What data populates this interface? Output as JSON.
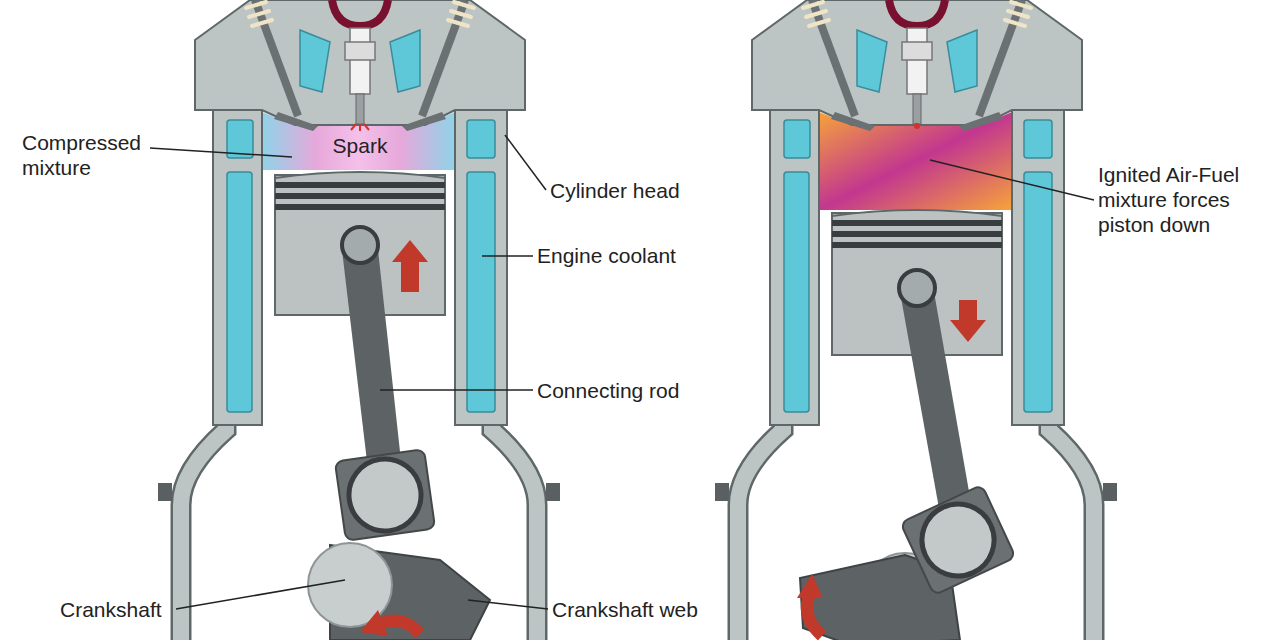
{
  "diagram": {
    "labels": [
      "Compressed mixture",
      "Spark",
      "Cylinder head",
      "Engine coolant",
      "Connecting rod",
      "Crankshaft",
      "Crankshaft web",
      "Ignited Air-Fuel mixture forces piston down"
    ]
  }
}
